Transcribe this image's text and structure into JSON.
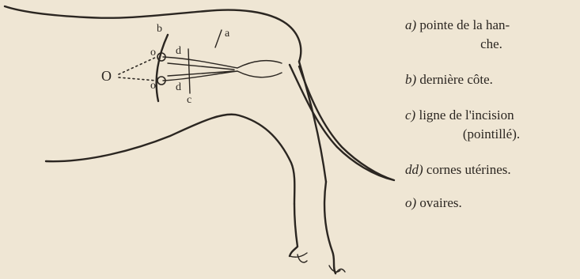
{
  "figure": {
    "labels": {
      "o": "O",
      "a": "a",
      "b": "b",
      "c": "c",
      "d_upper": "d",
      "d_lower": "d",
      "o_upper": "o",
      "o_lower": "o"
    }
  },
  "legend": [
    {
      "key": "a)",
      "text": "pointe de la han-",
      "cont": "che."
    },
    {
      "key": "b)",
      "text": "dernière côte.",
      "cont": ""
    },
    {
      "key": "c)",
      "text": "ligne de l'incision",
      "cont": "(pointillé)."
    },
    {
      "key": "dd)",
      "text": "cornes utérines.",
      "cont": ""
    },
    {
      "key": "o)",
      "text": "ovaires.",
      "cont": ""
    }
  ]
}
